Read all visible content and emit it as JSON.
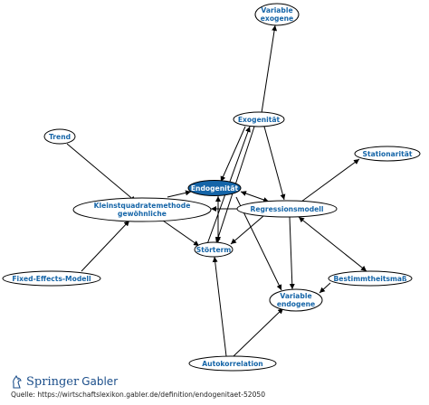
{
  "nodes": {
    "variable_exogene": "Variable\nexogene",
    "exogenitaet": "Exogenität",
    "trend": "Trend",
    "stationaritaet": "Stationarität",
    "endogenitaet": "Endogenität",
    "kleinstquadrate": "Kleinstquadratemethode\ngewöhnliche",
    "regressionsmodell": "Regressionsmodell",
    "stoerterm": "Störterm",
    "fixed_effects": "Fixed-Effects-Modell",
    "bestimmtheitsmass": "Bestimmtheitsmaß",
    "variable_endogene": "Variable\nendogene",
    "autokorrelation": "Autokorrelation"
  },
  "footer": {
    "brand_primary": "Springer",
    "brand_secondary": "Gabler",
    "source": "Quelle:  https://wirtschaftslexikon.gabler.de/definition/endogenitaet-52050"
  },
  "colors": {
    "node_stroke": "#000000",
    "label": "#1565a8",
    "highlight_fill": "#1565a8",
    "brand": "#1b4e8a"
  },
  "icons": [
    "springer-horse-icon"
  ]
}
